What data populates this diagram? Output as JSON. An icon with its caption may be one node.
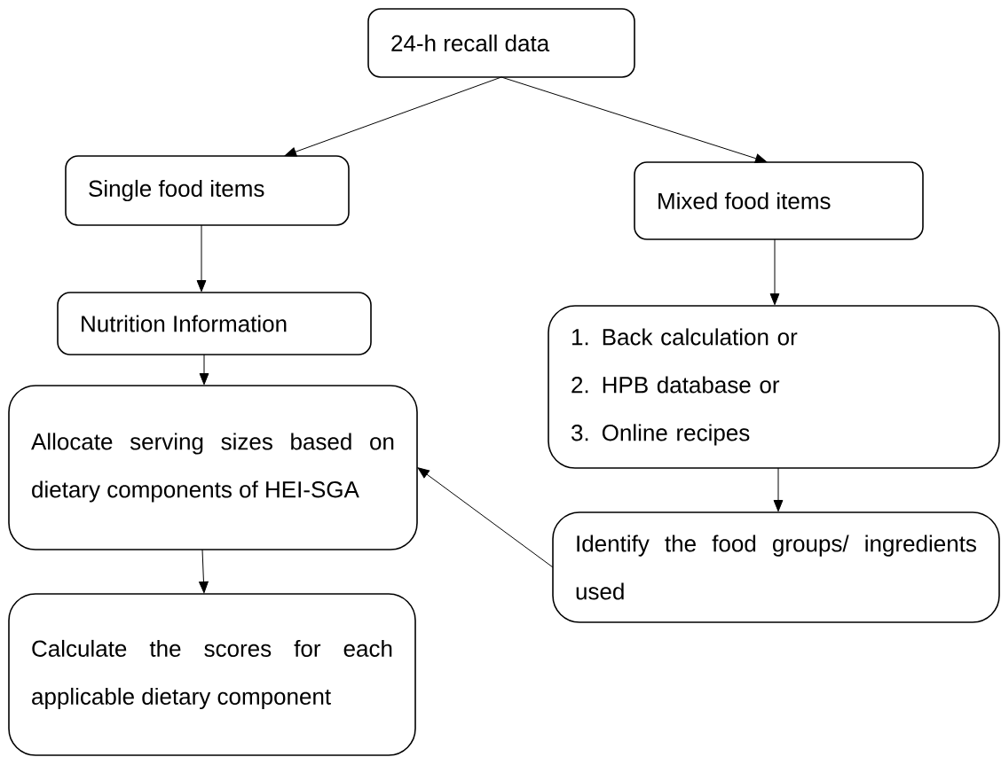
{
  "diagram": {
    "nodes": [
      {
        "text": [
          "24-h recall data"
        ]
      },
      {
        "text": [
          "Single food items"
        ]
      },
      {
        "text": [
          "Mixed food items"
        ]
      },
      {
        "text": [
          "Nutrition Information"
        ]
      },
      {
        "text": [
          "1. Back calculation or",
          "2. HPB database or",
          "3. Online recipes"
        ]
      },
      {
        "text": [
          "Allocate serving sizes based on dietary components of HEI-SGA"
        ]
      },
      {
        "text": [
          "Identify the food groups/ ingredients used"
        ]
      },
      {
        "text": [
          "Calculate the scores for each applicable dietary component"
        ]
      }
    ],
    "edges": [
      {
        "from": 0,
        "to": 1,
        "arrow": "to"
      },
      {
        "from": 0,
        "to": 2,
        "arrow": "to"
      },
      {
        "from": 1,
        "to": 3,
        "arrow": "to"
      },
      {
        "from": 2,
        "to": 4,
        "arrow": "to"
      },
      {
        "from": 3,
        "to": 5,
        "arrow": "to"
      },
      {
        "from": 4,
        "to": 6,
        "arrow": "to"
      },
      {
        "from": 6,
        "to": 5,
        "arrow": "to"
      },
      {
        "from": 5,
        "to": 7,
        "arrow": "to"
      }
    ]
  }
}
